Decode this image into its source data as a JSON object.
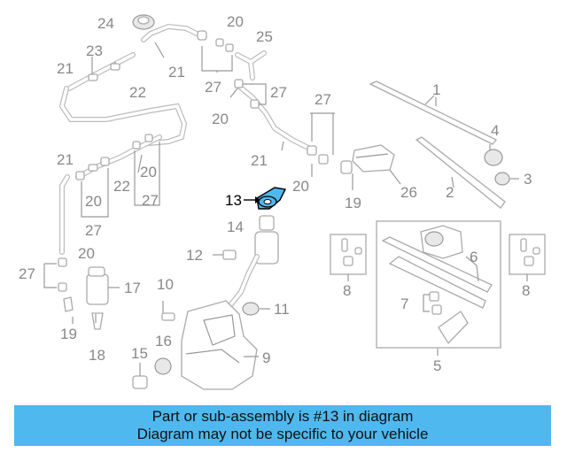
{
  "highlight_color": "#4fb8ef",
  "callouts": {
    "c1": "1",
    "c2": "2",
    "c3": "3",
    "c4": "4",
    "c5": "5",
    "c6": "6",
    "c7": "7",
    "c8": "8",
    "c9": "9",
    "c10": "10",
    "c11": "11",
    "c12": "12",
    "c13": "13",
    "c14": "14",
    "c15": "15",
    "c16": "16",
    "c17": "17",
    "c18": "18",
    "c19": "19",
    "c20": "20",
    "c21": "21",
    "c22": "22",
    "c23": "23",
    "c24": "24",
    "c25": "25",
    "c26": "26",
    "c27": "27"
  },
  "banner": {
    "line1": "Part or sub-assembly is #13 in diagram",
    "line2": "Diagram may not be specific to your vehicle"
  }
}
